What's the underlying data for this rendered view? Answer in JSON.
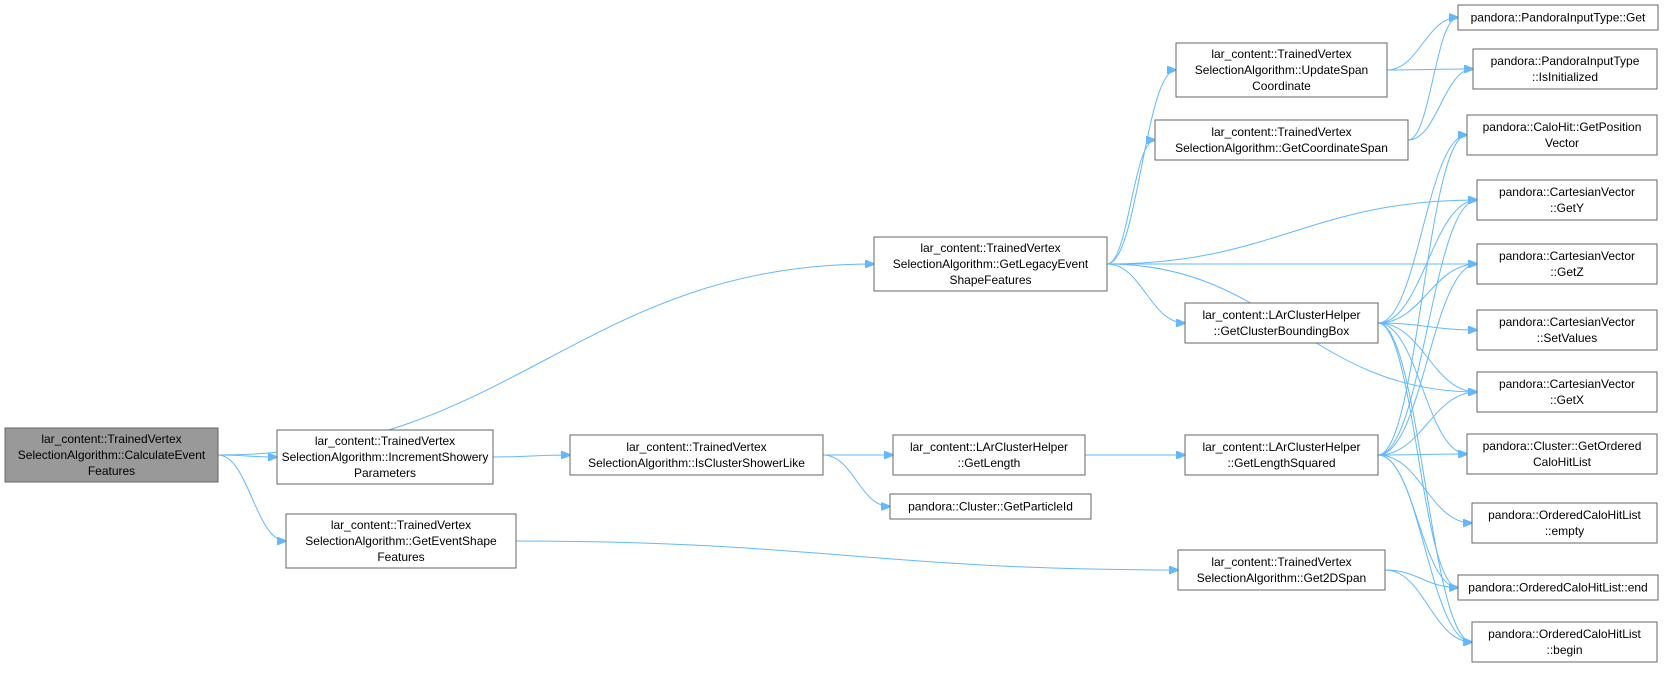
{
  "accent_color": "#63b8ff",
  "root_fill": "#999999",
  "nodes": [
    {
      "id": "calc",
      "lines": [
        "lar_content::TrainedVertex",
        "SelectionAlgorithm::CalculateEvent",
        "Features"
      ],
      "root": true
    },
    {
      "id": "incr",
      "lines": [
        "lar_content::TrainedVertex",
        "SelectionAlgorithm::IncrementShowery",
        "Parameters"
      ]
    },
    {
      "id": "evshape",
      "lines": [
        "lar_content::TrainedVertex",
        "SelectionAlgorithm::GetEventShape",
        "Features"
      ]
    },
    {
      "id": "legacy",
      "lines": [
        "lar_content::TrainedVertex",
        "SelectionAlgorithm::GetLegacyEvent",
        "ShapeFeatures"
      ]
    },
    {
      "id": "iscluster",
      "lines": [
        "lar_content::TrainedVertex",
        "SelectionAlgorithm::IsClusterShowerLike"
      ]
    },
    {
      "id": "getlength",
      "lines": [
        "lar_content::LArClusterHelper",
        "::GetLength"
      ]
    },
    {
      "id": "particleid",
      "lines": [
        "pandora::Cluster::GetParticleId"
      ]
    },
    {
      "id": "updatespan",
      "lines": [
        "lar_content::TrainedVertex",
        "SelectionAlgorithm::UpdateSpan",
        "Coordinate"
      ]
    },
    {
      "id": "coordspan",
      "lines": [
        "lar_content::TrainedVertex",
        "SelectionAlgorithm::GetCoordinateSpan"
      ]
    },
    {
      "id": "bbox",
      "lines": [
        "lar_content::LArClusterHelper",
        "::GetClusterBoundingBox"
      ]
    },
    {
      "id": "lensq",
      "lines": [
        "lar_content::LArClusterHelper",
        "::GetLengthSquared"
      ]
    },
    {
      "id": "get2d",
      "lines": [
        "lar_content::TrainedVertex",
        "SelectionAlgorithm::Get2DSpan"
      ]
    },
    {
      "id": "pitget",
      "lines": [
        "pandora::PandoraInputType::Get"
      ]
    },
    {
      "id": "pitinit",
      "lines": [
        "pandora::PandoraInputType",
        "::IsInitialized"
      ]
    },
    {
      "id": "calohitpos",
      "lines": [
        "pandora::CaloHit::GetPosition",
        "Vector"
      ]
    },
    {
      "id": "gety",
      "lines": [
        "pandora::CartesianVector",
        "::GetY"
      ]
    },
    {
      "id": "getz",
      "lines": [
        "pandora::CartesianVector",
        "::GetZ"
      ]
    },
    {
      "id": "setvalues",
      "lines": [
        "pandora::CartesianVector",
        "::SetValues"
      ]
    },
    {
      "id": "getx",
      "lines": [
        "pandora::CartesianVector",
        "::GetX"
      ]
    },
    {
      "id": "ordered",
      "lines": [
        "pandora::Cluster::GetOrdered",
        "CaloHitList"
      ]
    },
    {
      "id": "empty",
      "lines": [
        "pandora::OrderedCaloHitList",
        "::empty"
      ]
    },
    {
      "id": "end",
      "lines": [
        "pandora::OrderedCaloHitList::end"
      ]
    },
    {
      "id": "begin",
      "lines": [
        "pandora::OrderedCaloHitList",
        "::begin"
      ]
    }
  ],
  "edges": [
    [
      "calc",
      "legacy"
    ],
    [
      "calc",
      "incr"
    ],
    [
      "calc",
      "evshape"
    ],
    [
      "incr",
      "iscluster"
    ],
    [
      "iscluster",
      "getlength"
    ],
    [
      "iscluster",
      "particleid"
    ],
    [
      "getlength",
      "lensq"
    ],
    [
      "evshape",
      "get2d"
    ],
    [
      "legacy",
      "updatespan"
    ],
    [
      "legacy",
      "coordspan"
    ],
    [
      "legacy",
      "gety"
    ],
    [
      "legacy",
      "getz"
    ],
    [
      "legacy",
      "bbox"
    ],
    [
      "legacy",
      "getx"
    ],
    [
      "updatespan",
      "pitget"
    ],
    [
      "updatespan",
      "pitinit"
    ],
    [
      "coordspan",
      "pitget"
    ],
    [
      "coordspan",
      "pitinit"
    ],
    [
      "bbox",
      "calohitpos"
    ],
    [
      "bbox",
      "gety"
    ],
    [
      "bbox",
      "getz"
    ],
    [
      "bbox",
      "setvalues"
    ],
    [
      "bbox",
      "getx"
    ],
    [
      "bbox",
      "ordered"
    ],
    [
      "bbox",
      "end"
    ],
    [
      "bbox",
      "begin"
    ],
    [
      "lensq",
      "calohitpos"
    ],
    [
      "lensq",
      "gety"
    ],
    [
      "lensq",
      "getz"
    ],
    [
      "lensq",
      "getx"
    ],
    [
      "lensq",
      "ordered"
    ],
    [
      "lensq",
      "empty"
    ],
    [
      "lensq",
      "end"
    ],
    [
      "lensq",
      "begin"
    ],
    [
      "get2d",
      "end"
    ],
    [
      "get2d",
      "begin"
    ]
  ]
}
